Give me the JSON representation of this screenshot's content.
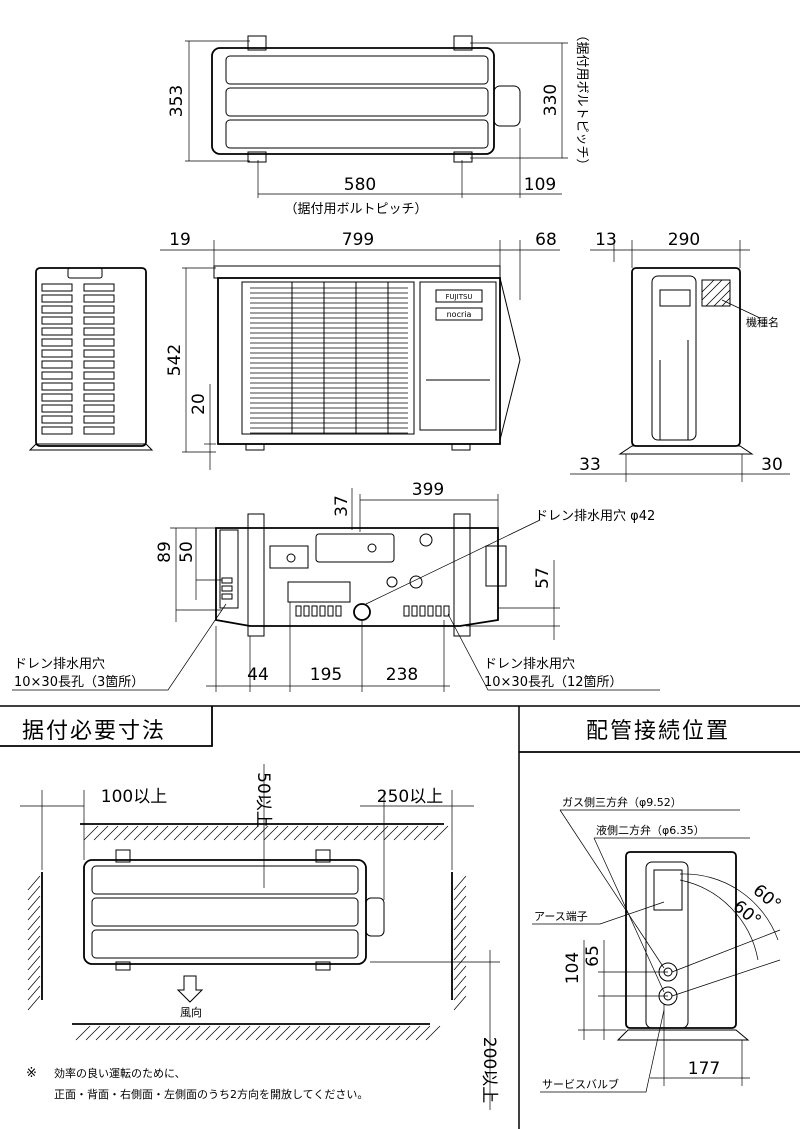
{
  "top_view": {
    "dim_depth": "353",
    "dim_bolt_depth": "330",
    "dim_bolt_width": "580",
    "dim_offset": "109",
    "bolt_pitch_note": "（据付用ボルトピッチ）",
    "bolt_pitch_note_vertical": "（据付用ボルトピッチ）"
  },
  "front_view": {
    "dim_left": "19",
    "dim_width": "799",
    "dim_right": "68",
    "dim_height": "542",
    "dim_foot": "20",
    "brand_top": "FUJITSU",
    "brand_bottom": "nocria"
  },
  "side_view": {
    "dim_left": "13",
    "dim_depth": "290",
    "dim_foot_left": "33",
    "dim_foot_right": "30",
    "label_model": "機種名"
  },
  "bottom_view": {
    "dim_399": "399",
    "dim_37": "37",
    "dim_89": "89",
    "dim_50": "50",
    "dim_57": "57",
    "dim_44": "44",
    "dim_195": "195",
    "dim_238": "238",
    "drain_hole_label": "ドレン排水用穴 φ42",
    "drain_left_line1": "ドレン排水用穴",
    "drain_left_line2": "10×30長孔（3箇所）",
    "drain_right_line1": "ドレン排水用穴",
    "drain_right_line2": "10×30長孔（12箇所）"
  },
  "install_section": {
    "title": "据付必要寸法",
    "dim_left": "100以上",
    "dim_top": "50以上",
    "dim_right": "250以上",
    "dim_front": "200以上",
    "wind_label": "風向",
    "note_mark": "※",
    "note_line1": "効率の良い運転のために、",
    "note_line2": "正面・背面・右側面・左側面のうち2方向を開放してください。"
  },
  "piping_section": {
    "title": "配管接続位置",
    "gas_valve": "ガス側三方弁（φ9.52）",
    "liquid_valve": "液側二方弁（φ6.35）",
    "earth_terminal": "アース端子",
    "service_valve": "サービスバルブ",
    "angle1": "60°",
    "angle2": "60°",
    "dim_104": "104",
    "dim_65": "65",
    "dim_177": "177"
  }
}
